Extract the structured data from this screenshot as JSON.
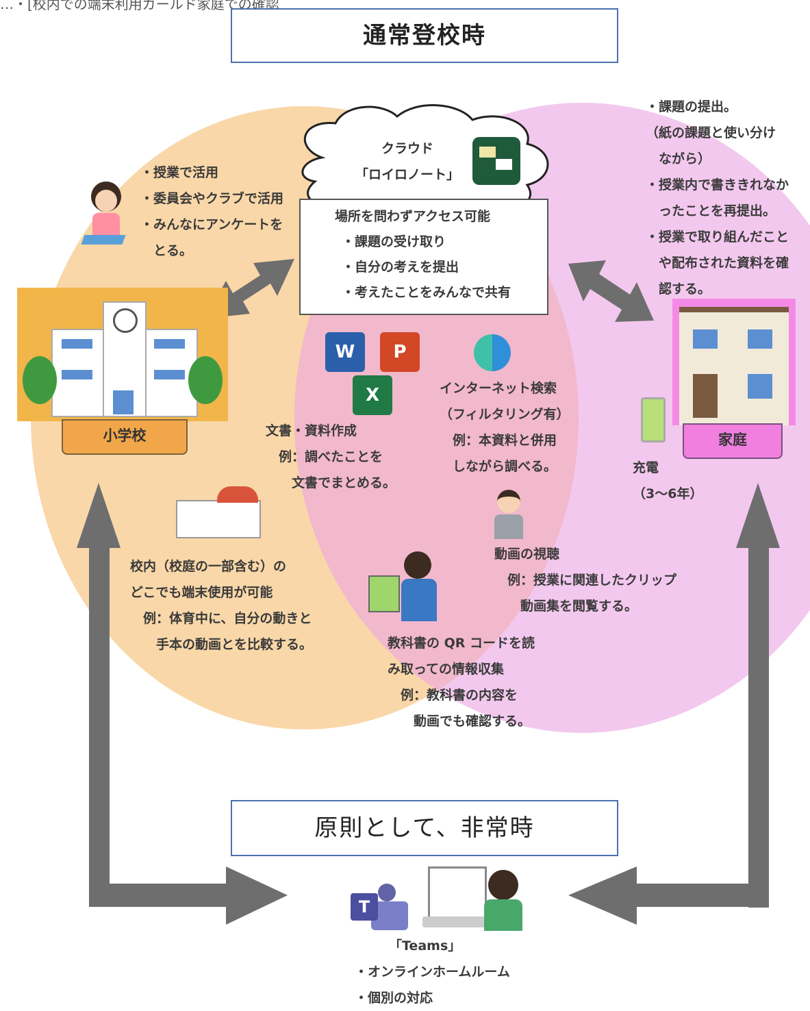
{
  "top_fragment": "…・[校内での端末利用ガールド家庭での確認",
  "title_normal": "通常登校時",
  "title_emergency": "原則として、非常時",
  "cloud": {
    "line1": "クラウド",
    "line2": "「ロイロノート」"
  },
  "cloud_box": {
    "heading": "場所を問わずアクセス可能",
    "items": [
      "・課題の受け取り",
      "・自分の考えを提出",
      "・考えたことをみんなで共有"
    ]
  },
  "school_label": "小学校",
  "home_label": "家庭",
  "school_uses": [
    "・授業で活用",
    "・委員会やクラブで活用",
    "・みんなにアンケートを",
    "　とる。"
  ],
  "home_uses": [
    "・課題の提出。",
    "（紙の課題と使い分け",
    "　ながら）",
    "・授業内で書ききれなか",
    "　ったことを再提出。",
    "・授業で取り組んだこと",
    "　や配布された資料を確",
    "　認する。"
  ],
  "doc_creation": [
    "文書・資料作成",
    "　例：調べたことを",
    "　　文書でまとめる。"
  ],
  "internet": [
    "インターネット検索",
    "（フィルタリング有）",
    "　例：本資料と併用",
    "　しながら調べる。"
  ],
  "charging": [
    "充電",
    "（3～6年）"
  ],
  "school_anywhere": [
    "校内（校庭の一部含む）の",
    "どこでも端末使用が可能",
    "　例：体育中に、自分の動きと",
    "　　手本の動画とを比較する。"
  ],
  "video": [
    "動画の視聴",
    "　例：授業に関連したクリップ",
    "　　動画集を閲覧する。"
  ],
  "qr": [
    "教科書の QR コードを読",
    "み取っての情報収集",
    "　例：教科書の内容を",
    "　　動画でも確認する。"
  ],
  "teams": [
    "「Teams」",
    "・オンラインホームルーム",
    "・個別の対応"
  ],
  "icons": {
    "word": "W",
    "powerpoint": "P",
    "excel": "X",
    "teams": "T"
  },
  "colors": {
    "school_circle": "#f9d7a8",
    "home_circle": "#f3c8ee",
    "overlap": "#f2b8cc",
    "arrow": "#6e6e6e",
    "title_border": "#4a6fb0"
  }
}
